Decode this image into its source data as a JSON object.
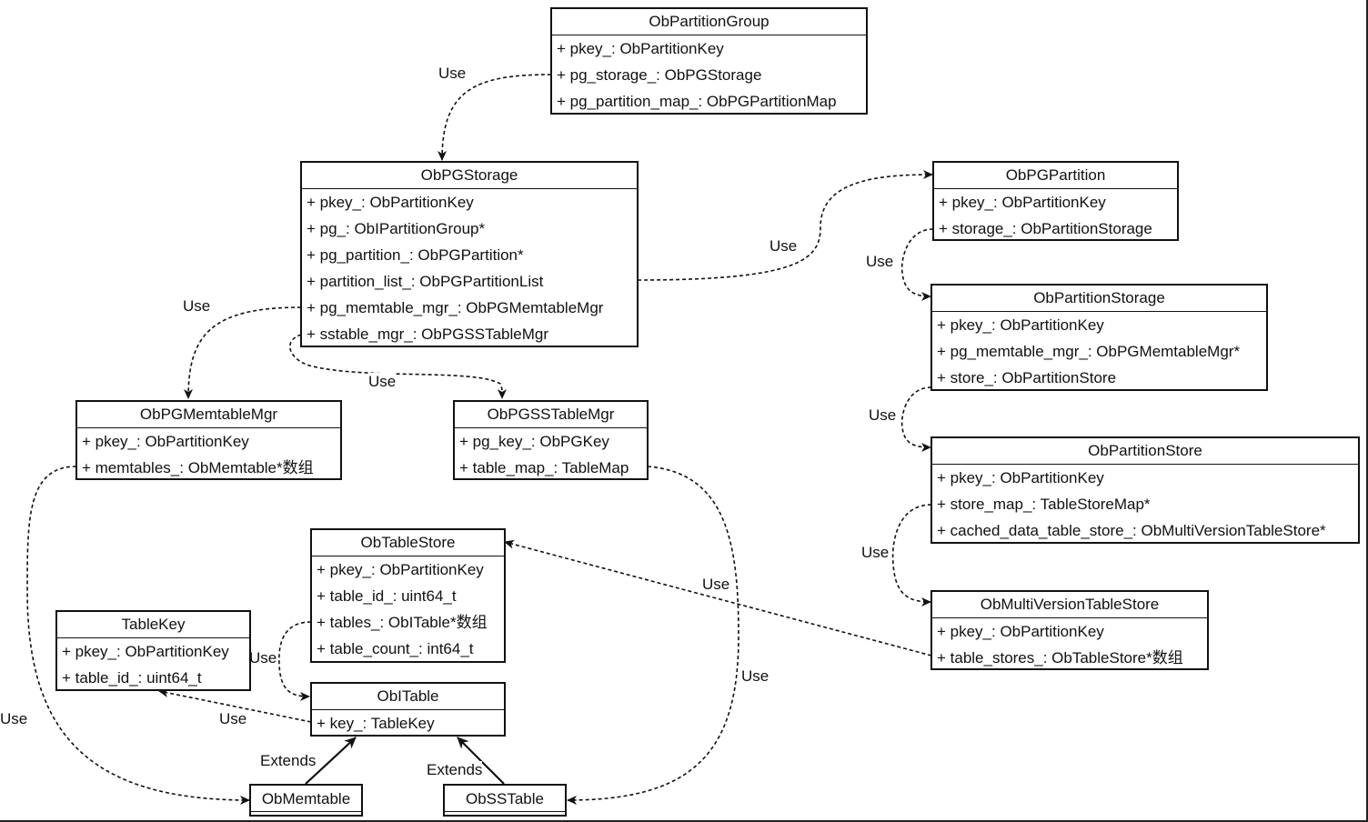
{
  "classes": {
    "ob_partition_group": {
      "name": "ObPartitionGroup",
      "attrs": [
        "+ pkey_: ObPartitionKey",
        "+ pg_storage_: ObPGStorage",
        "+ pg_partition_map_: ObPGPartitionMap"
      ]
    },
    "ob_pg_storage": {
      "name": "ObPGStorage",
      "attrs": [
        "+ pkey_: ObPartitionKey",
        "+ pg_: ObIPartitionGroup*",
        "+ pg_partition_: ObPGPartition*",
        "+ partition_list_: ObPGPartitionList",
        "+ pg_memtable_mgr_: ObPGMemtableMgr",
        "+ sstable_mgr_: ObPGSSTableMgr"
      ]
    },
    "ob_pg_partition": {
      "name": "ObPGPartition",
      "attrs": [
        "+ pkey_: ObPartitionKey",
        "+ storage_: ObPartitionStorage"
      ]
    },
    "ob_partition_storage": {
      "name": "ObPartitionStorage",
      "attrs": [
        "+ pkey_: ObPartitionKey",
        "+ pg_memtable_mgr_: ObPGMemtableMgr*",
        "+ store_: ObPartitionStore"
      ]
    },
    "ob_partition_store": {
      "name": "ObPartitionStore",
      "attrs": [
        "+ pkey_: ObPartitionKey",
        "+ store_map_: TableStoreMap*",
        "+ cached_data_table_store_: ObMultiVersionTableStore*"
      ]
    },
    "ob_multi_version_table_store": {
      "name": "ObMultiVersionTableStore",
      "attrs": [
        "+ pkey_: ObPartitionKey",
        "+ table_stores_: ObTableStore*数组"
      ]
    },
    "ob_pg_memtable_mgr": {
      "name": "ObPGMemtableMgr",
      "attrs": [
        "+ pkey_: ObPartitionKey",
        "+ memtables_: ObMemtable*数组"
      ]
    },
    "ob_pg_sstable_mgr": {
      "name": "ObPGSSTableMgr",
      "attrs": [
        "+ pg_key_: ObPGKey",
        "+ table_map_: TableMap"
      ]
    },
    "ob_table_store": {
      "name": "ObTableStore",
      "attrs": [
        "+ pkey_: ObPartitionKey",
        "+ table_id_: uint64_t",
        "+ tables_: ObITable*数组",
        "+ table_count_: int64_t"
      ]
    },
    "table_key": {
      "name": "TableKey",
      "attrs": [
        "+ pkey_: ObPartitionKey",
        "+ table_id_: uint64_t"
      ]
    },
    "ob_i_table": {
      "name": "ObITable",
      "attrs": [
        "+ key_: TableKey"
      ]
    },
    "ob_memtable": {
      "name": "ObMemtable"
    },
    "ob_sstable": {
      "name": "ObSSTable"
    }
  },
  "edge_labels": {
    "use": "Use",
    "extends": "Extends"
  }
}
